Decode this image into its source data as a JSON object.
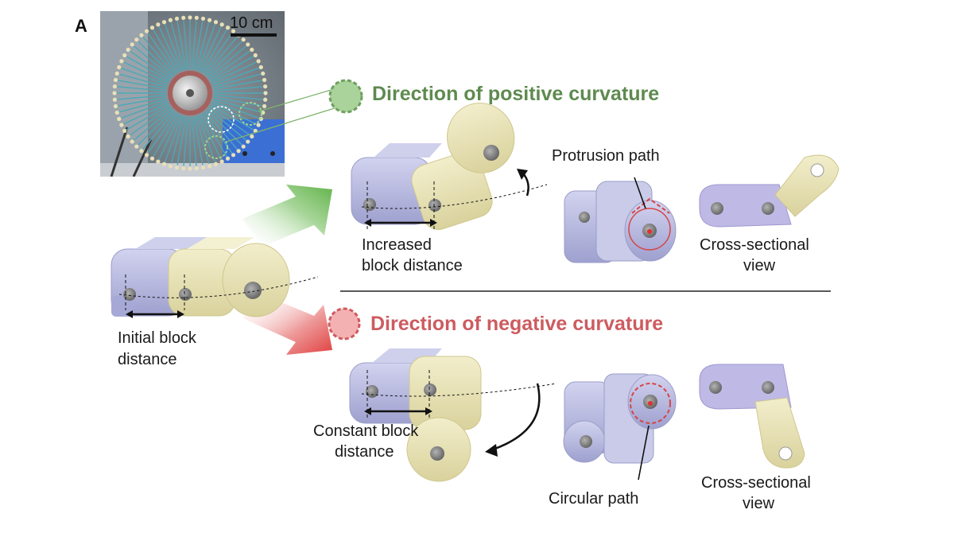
{
  "panel_letter": "A",
  "scale_bar": "10 cm",
  "headings": {
    "positive": "Direction of positive curvature",
    "negative": "Direction of negative curvature"
  },
  "labels": {
    "initial_1": "Initial block",
    "initial_2": "distance",
    "increased_1": "Increased",
    "increased_2": "block distance",
    "protrusion": "Protrusion path",
    "cross_top_1": "Cross-sectional",
    "cross_top_2": "view",
    "constant_1": "Constant block",
    "constant_2": "distance",
    "circular": "Circular path",
    "cross_bot_1": "Cross-sectional",
    "cross_bot_2": "view"
  },
  "colors": {
    "positive": "#5e8a4f",
    "negative": "#cd5b60",
    "lavender": "#b9bbe0",
    "cream": "#e8e3b4",
    "steel": "#8f8f8f"
  }
}
